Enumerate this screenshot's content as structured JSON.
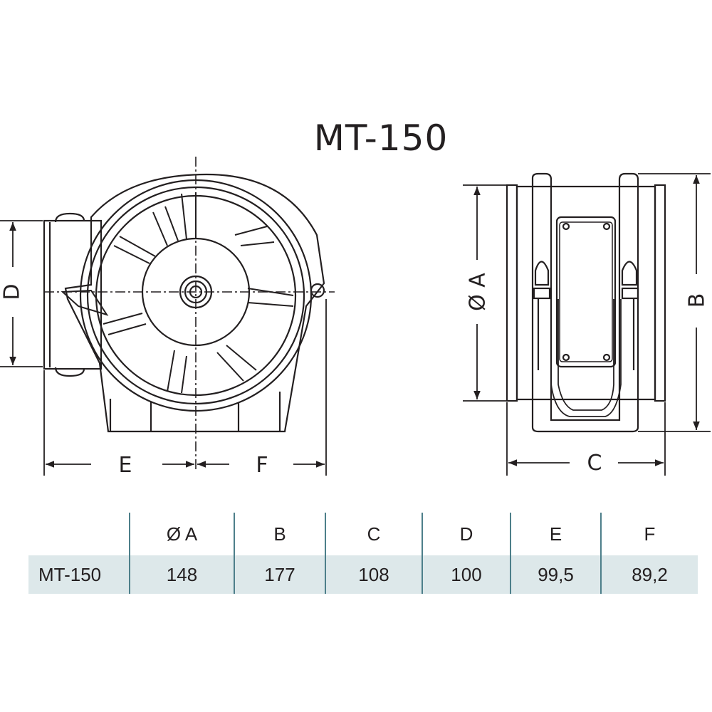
{
  "title": "MT-150",
  "dimension_labels": {
    "A": "Ø A",
    "B": "B",
    "C": "C",
    "D": "D",
    "E": "E",
    "F": "F"
  },
  "table": {
    "columns": [
      "Ø A",
      "B",
      "C",
      "D",
      "E",
      "F"
    ],
    "rows": [
      {
        "model": "MT-150",
        "values": [
          "148",
          "177",
          "108",
          "100",
          "99,5",
          "89,2"
        ]
      }
    ]
  },
  "colors": {
    "line": "#231f20",
    "table_row_bg": "#dde8ea",
    "table_separator": "#4d7f8a"
  }
}
